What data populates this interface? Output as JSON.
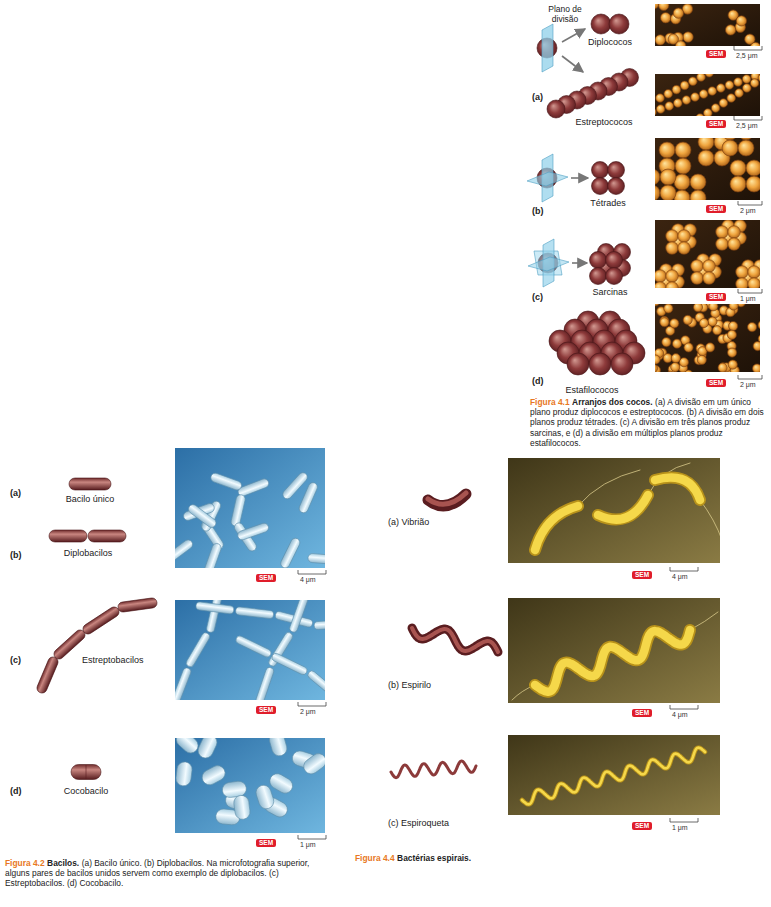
{
  "diagram": {
    "labels": [
      "Plano de divisão",
      "Diplococos",
      "(a)",
      "Estreptococos",
      "SEM",
      "2,5 μm",
      "SEM",
      "2,5 μm",
      "(b)",
      "Tétrades",
      "SEM",
      "2 μm",
      "(c)",
      "Sarcinas",
      "SEM",
      "1 μm",
      "Estafilococos",
      "(d)",
      "SEM",
      "2 μm",
      "Figura 4.1",
      "Arranjos dos cocos.",
      "(a) A divisão em um único plano produz diplococos e estreptococos. (b) A divisão em dois planos produz tétrades. (c) A divisão em três planos produz sarcinas, e (d) a divisão em múltiplos planos produz estafilococos.",
      "(a)",
      "Bacilo único",
      "(b)",
      "Diplobacilos",
      "SEM",
      "4 μm",
      "(c)",
      "Estreptobacilos",
      "SEM",
      "2 μm",
      "(d)",
      "Cocobacilo",
      "SEM",
      "1 μm",
      "Figura 4.2",
      "Bacilos.",
      "(a) Bacilo único. (b) Diplobacilos. Na microfotografia superior, alguns pares de bacilos unidos servem como exemplo de diplobacilos. (c) Estreptobacilos. (d) Cocobacilo.",
      "(a) Vibrião",
      "SEM",
      "4 μm",
      "(b) Espirilo",
      "SEM",
      "4 μm",
      "(c) Espiroqueta",
      "SEM",
      "1 μm",
      "Figura 4.4",
      "Bactérias espirais."
    ]
  }
}
